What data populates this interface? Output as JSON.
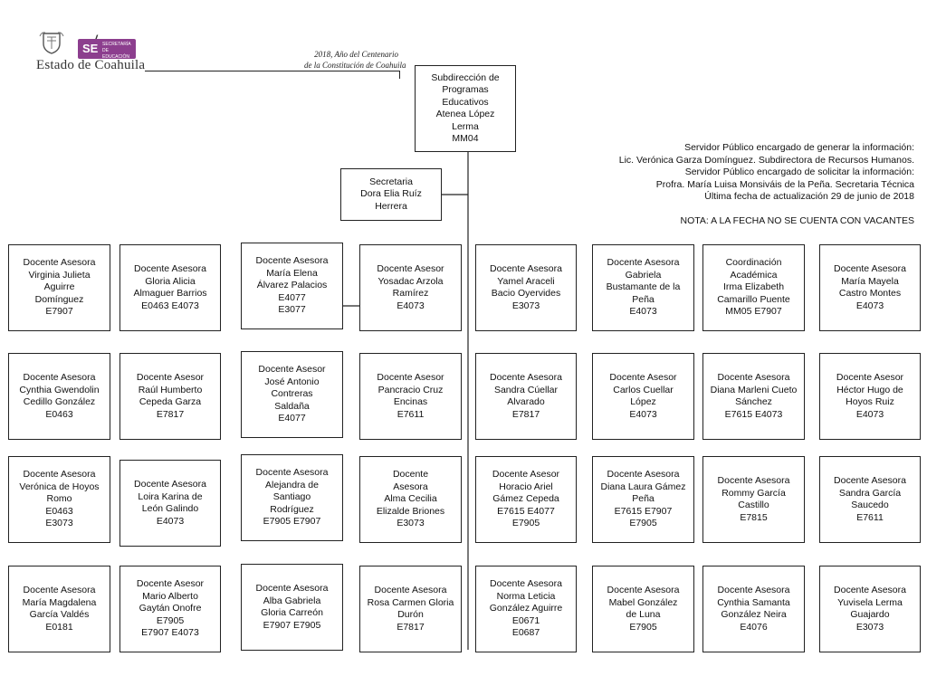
{
  "header": {
    "state_name": "Estado de Coahuila",
    "se_logo": "SE",
    "se_logo_sub": [
      "SECRETARÍA",
      "DE EDUCACIÓN"
    ],
    "crest_icon": "coat-of-arms-icon",
    "year_legend": [
      "2018, Año del Centenario",
      "de la Constitución de Coahuila"
    ]
  },
  "info_text": {
    "lines": [
      "Servidor Público encargado de generar la información:",
      "Lic. Verónica Garza Domínguez. Subdirectora de Recursos Humanos.",
      "Servidor Público encargado de solicitar la información:",
      "Profra. María Luisa Monsiváis de la Peña. Secretaria Técnica",
      "Última fecha de actualización 29 de junio de 2018"
    ],
    "note": "NOTA: A LA FECHA NO SE CUENTA CON VACANTES"
  },
  "top": {
    "lines": [
      "Subdirección de",
      "Programas",
      "Educativos",
      "Atenea López",
      "Lerma",
      "MM04"
    ]
  },
  "secretary": {
    "lines": [
      "Secretaria",
      "Dora Elia Ruíz",
      "Herrera"
    ]
  },
  "rows": [
    [
      {
        "lines": [
          "Docente Asesora",
          "Virginia Julieta",
          "Aguirre",
          "Domínguez",
          "E7907"
        ]
      },
      {
        "lines": [
          "Docente  Asesora",
          "Gloria Alicia",
          "Almaguer Barrios",
          "E0463  E4073"
        ]
      },
      {
        "lines": [
          "Docente  Asesora",
          "María Elena",
          "Álvarez Palacios",
          "E4077",
          "E3077"
        ]
      },
      {
        "lines": [
          "Docente Asesor",
          "Yosadac Arzola",
          "Ramírez",
          "E4073"
        ]
      },
      {
        "lines": [
          "Docente Asesora",
          "Yamel Araceli",
          "Bacio Oyervides",
          "E3073"
        ]
      },
      {
        "lines": [
          "Docente Asesora",
          "Gabriela",
          "Bustamante de la",
          "Peña",
          "E4073"
        ]
      },
      {
        "lines": [
          "Coordinación",
          "Académica",
          "Irma Elizabeth",
          "Camarillo Puente",
          "MM05 E7907"
        ]
      },
      {
        "lines": [
          "Docente Asesora",
          "María Mayela",
          "Castro Montes",
          "E4073"
        ]
      }
    ],
    [
      {
        "lines": [
          "Docente  Asesora",
          "Cynthia Gwendolin",
          "Cedillo González",
          "E0463"
        ]
      },
      {
        "lines": [
          "Docente Asesor",
          "Raúl Humberto",
          "Cepeda Garza",
          "E7817"
        ]
      },
      {
        "lines": [
          "Docente Asesor",
          "José Antonio",
          "Contreras",
          "Saldaña",
          "E4077"
        ]
      },
      {
        "lines": [
          "Docente  Asesor",
          "Pancracio Cruz",
          "Encinas",
          "E7611"
        ]
      },
      {
        "lines": [
          "Docente Asesora",
          "Sandra Cúellar",
          "Alvarado",
          "E7817"
        ]
      },
      {
        "lines": [
          "Docente  Asesor",
          "Carlos Cuellar",
          "López",
          "E4073"
        ]
      },
      {
        "lines": [
          "Docente Asesora",
          "Diana Marleni Cueto",
          "Sánchez",
          "E7615  E4073"
        ]
      },
      {
        "lines": [
          "Docente Asesor",
          "Héctor Hugo de",
          "Hoyos Ruiz",
          "E4073"
        ]
      }
    ],
    [
      {
        "lines": [
          "Docente  Asesora",
          "Verónica de Hoyos",
          "Romo",
          "E0463",
          "E3073"
        ]
      },
      {
        "lines": [
          "Docente Asesora",
          "Loira Karina de",
          "León Galindo",
          "E4073"
        ]
      },
      {
        "lines": [
          "Docente Asesora",
          "Alejandra  de",
          "Santiago",
          "Rodríguez",
          "E7905  E7907"
        ]
      },
      {
        "lines": [
          "Docente",
          "Asesora",
          "Alma Cecilia",
          "Elizalde Briones",
          "E3073"
        ]
      },
      {
        "lines": [
          "Docente Asesor",
          "Horacio Ariel",
          "Gámez Cepeda",
          "E7615 E4077",
          "E7905"
        ]
      },
      {
        "lines": [
          "Docente  Asesora",
          "Diana Laura Gámez",
          "Peña",
          "E7615     E7907",
          "E7905"
        ]
      },
      {
        "lines": [
          "Docente  Asesora",
          "Rommy García",
          "Castillo",
          "E7815"
        ]
      },
      {
        "lines": [
          "Docente  Asesora",
          "Sandra García",
          "Saucedo",
          "E7611"
        ]
      }
    ],
    [
      {
        "lines": [
          "Docente  Asesora",
          "María Magdalena",
          "García Valdés",
          "E0181"
        ]
      },
      {
        "lines": [
          "Docente Asesor",
          "Mario Alberto",
          "Gaytán Onofre",
          "E7905",
          "E7907 E4073"
        ]
      },
      {
        "lines": [
          "Docente Asesora",
          "Alba Gabriela",
          "Gloria Carreón",
          "E7907   E7905"
        ]
      },
      {
        "lines": [
          "Docente Asesora",
          "Rosa Carmen Gloria",
          "Durón",
          "E7817"
        ]
      },
      {
        "lines": [
          "Docente Asesora",
          "Norma Leticia",
          "González Aguirre",
          "E0671",
          "E0687"
        ]
      },
      {
        "lines": [
          "Docente Asesora",
          "Mabel González",
          "de Luna",
          "E7905"
        ]
      },
      {
        "lines": [
          "Docente Asesora",
          "Cynthia Samanta",
          "González Neira",
          "E4076"
        ]
      },
      {
        "lines": [
          "Docente Asesora",
          "Yuvisela Lerma",
          "Guajardo",
          "E3073"
        ]
      }
    ]
  ]
}
